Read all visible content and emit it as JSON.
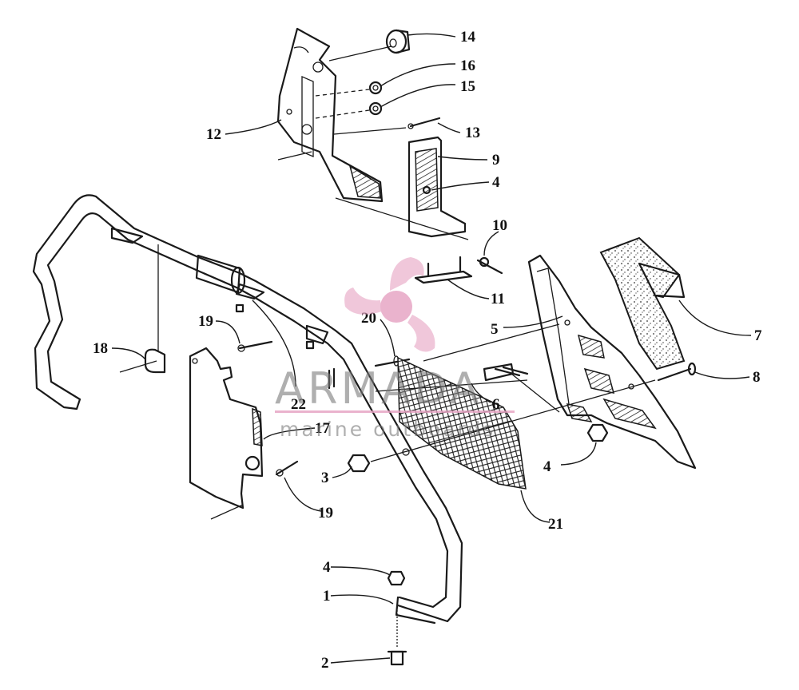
{
  "watermark": {
    "brand": "ARMADA",
    "tagline": "marine outboards",
    "logo_color": "#e6a1c1"
  },
  "callouts": [
    "14",
    "16",
    "15",
    "12",
    "13",
    "9",
    "4",
    "10",
    "11",
    "20",
    "5",
    "7",
    "18",
    "19",
    "22",
    "6",
    "8",
    "17",
    "4",
    "3",
    "19",
    "21",
    "4",
    "1",
    "2"
  ]
}
